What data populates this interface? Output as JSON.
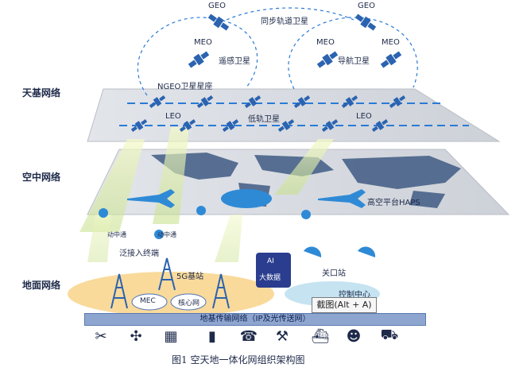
{
  "labels": {
    "geo_left": "GEO",
    "geo_right": "GEO",
    "meo_left": "MEO",
    "meo_mid": "MEO",
    "meo_right": "MEO",
    "sync_orbit": "同步轨道卫星",
    "remote_sensing": "遥感卫星",
    "navigation": "导航卫星",
    "ngeo": "NGEO卫星星座",
    "leo_left": "LEO",
    "leo_right": "LEO",
    "low_orbit": "低轨卫星",
    "haps": "高空平台HAPS",
    "dongzhongtong_1": "动中通",
    "dongzhongtong_2": "动中通",
    "access_terminal": "泛接入终端",
    "base_station_5g": "5G基站",
    "gateway": "关口站",
    "control_center": "控制中心",
    "mec": "MEC",
    "core_net": "核心网",
    "ai": "AI",
    "big_data": "大数据",
    "ground_transport": "地基传输网络（IP及光传送网）",
    "tooltip": "截图(Alt + A)"
  },
  "layers": {
    "space": "天基网络",
    "air": "空中网络",
    "ground": "地面网络"
  },
  "caption": "图1   空天地一体化网组织架构图",
  "icons": [
    "tools-icon",
    "compass-icon",
    "map-icon",
    "traffic-light-icon",
    "phone-signal-icon",
    "crane-icon",
    "ship-icon",
    "worker-icon",
    "vehicle-icon"
  ],
  "colors": {
    "plane": "#d5d8de",
    "dash": "#2a7bd6",
    "bar": "#8ea6cf",
    "ground_ellipse": "#f8d48a",
    "control_ellipse": "#bfe0ef",
    "beam": "#d6ec9a"
  }
}
